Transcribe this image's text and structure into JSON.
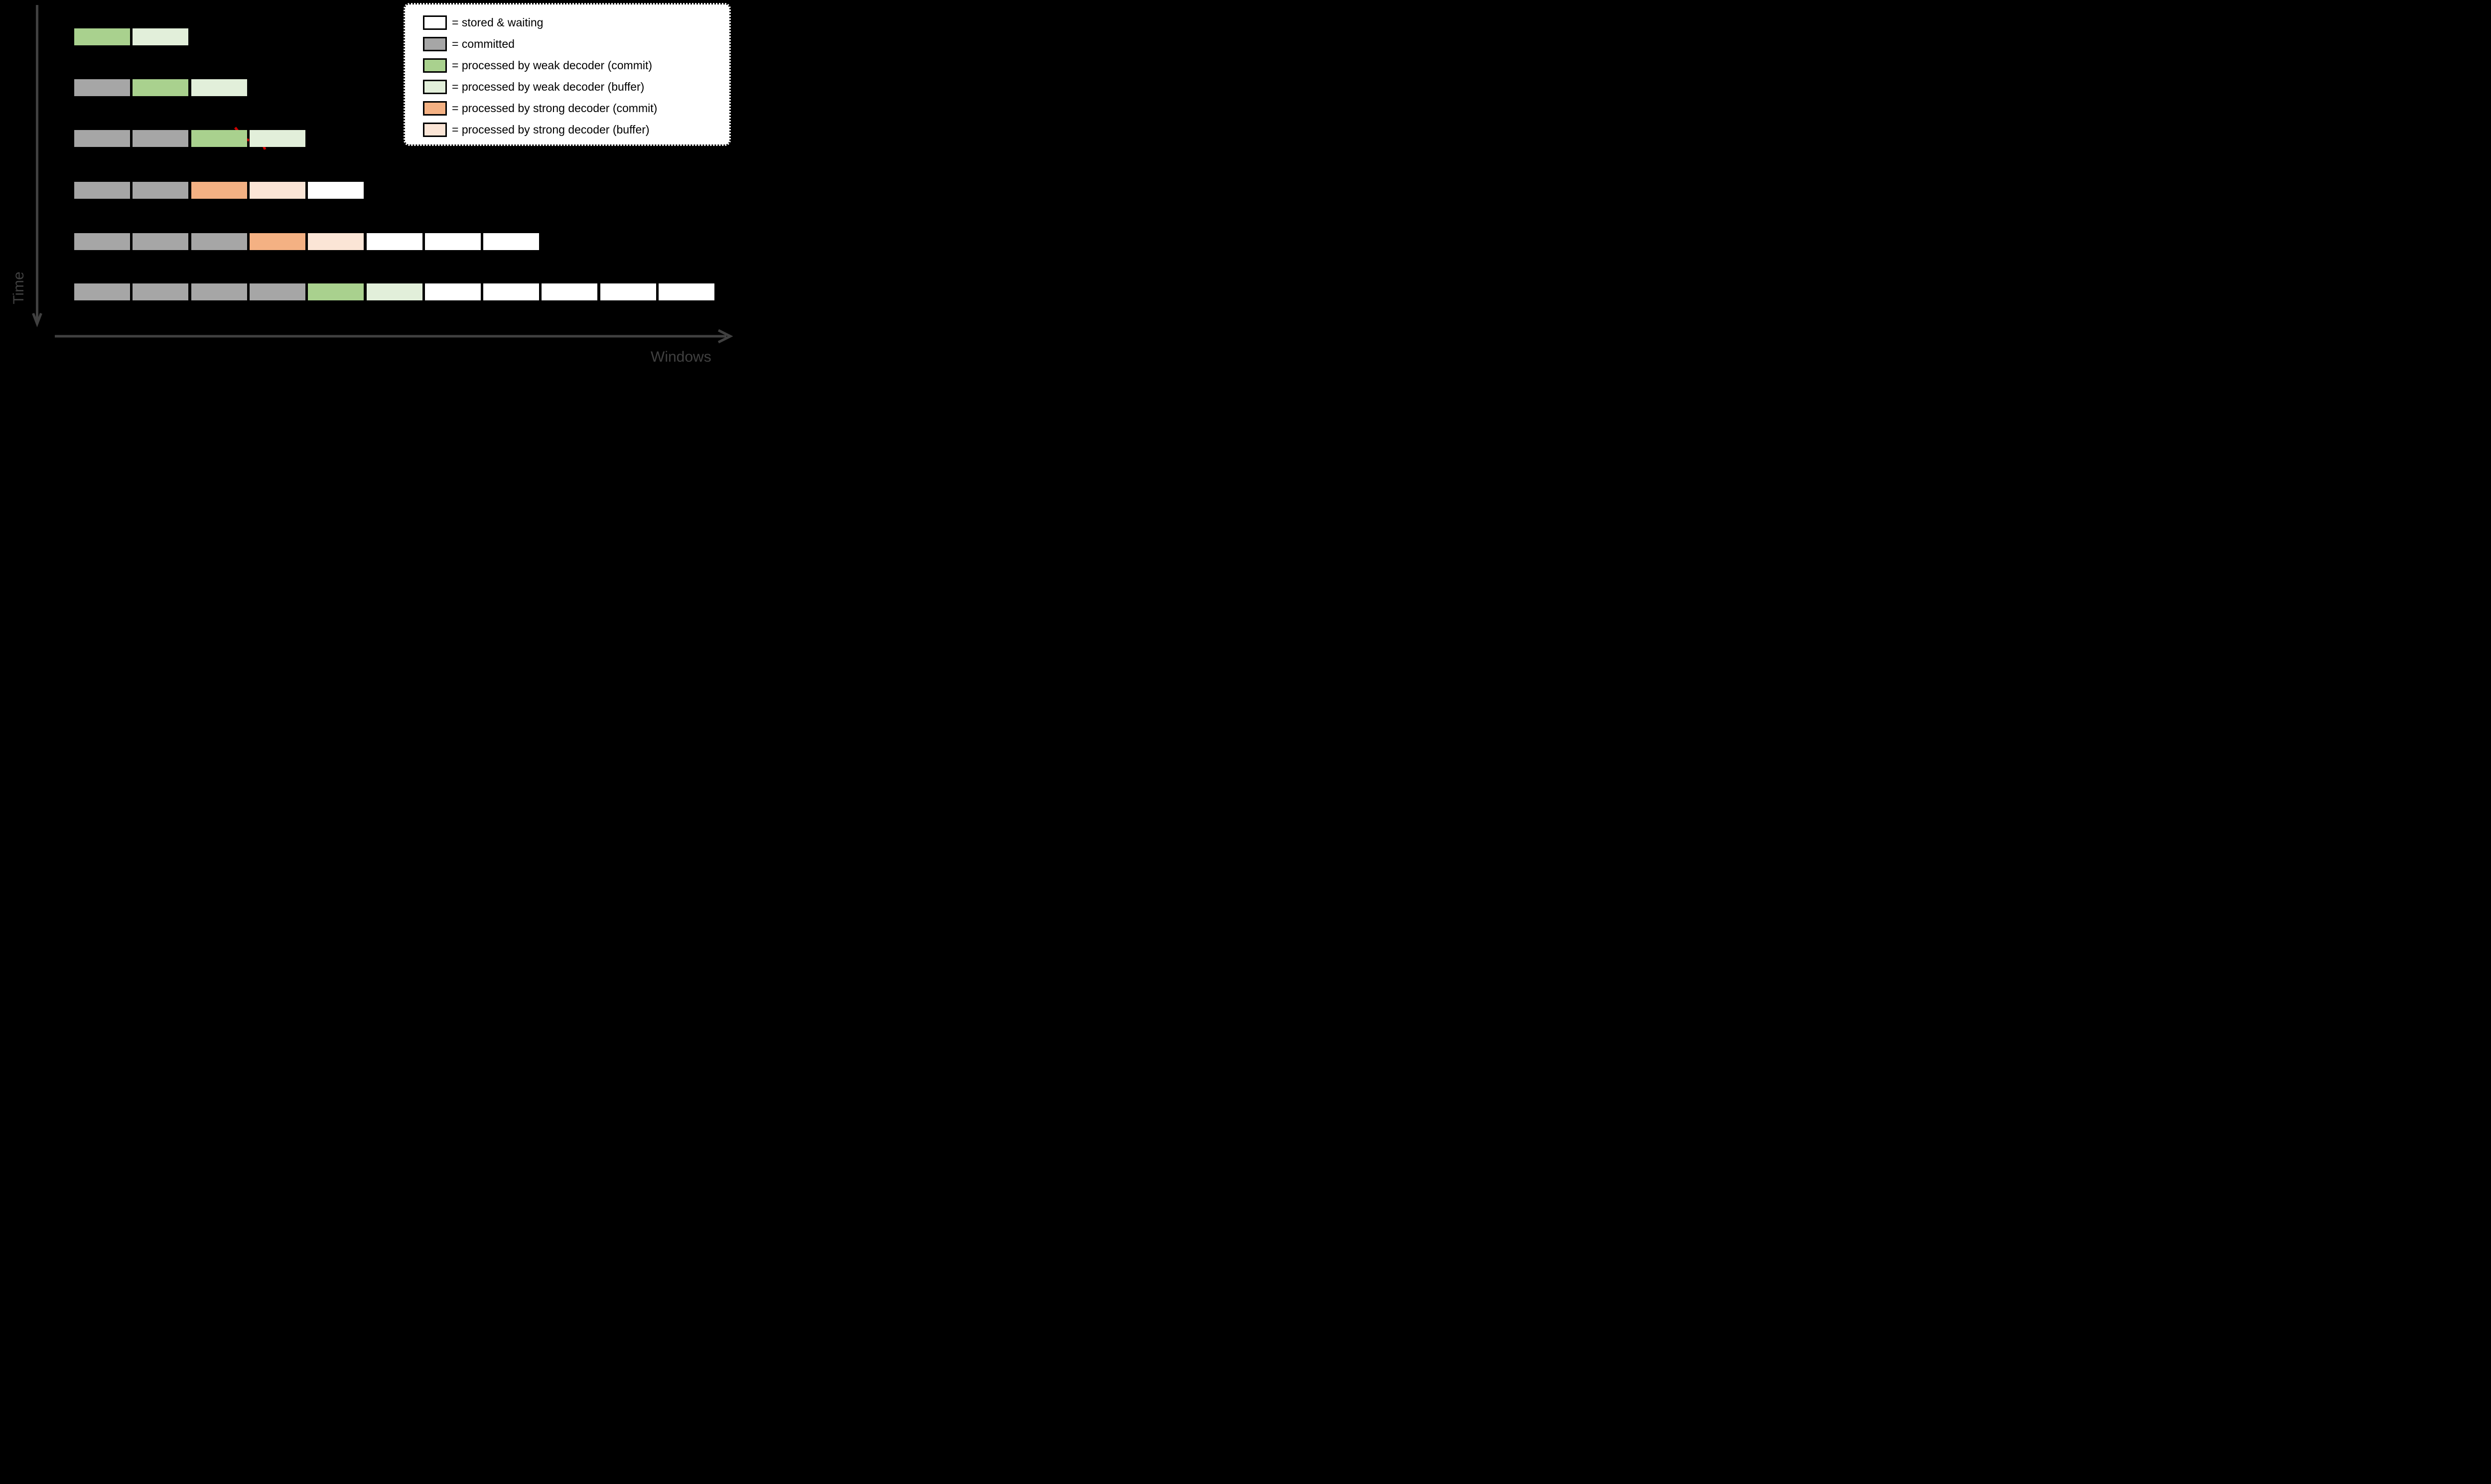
{
  "diagram": {
    "background": "#000000",
    "axes": {
      "time_label": "Time",
      "windows_label": "Windows",
      "color": "#404040"
    },
    "legend": {
      "background": "#FFFFFF",
      "border_color": "#000000",
      "items": [
        {
          "state": "stored_waiting",
          "label": "= stored & waiting"
        },
        {
          "state": "committed",
          "label": "= committed"
        },
        {
          "state": "weak_commit",
          "label": "= processed by weak decoder (commit)"
        },
        {
          "state": "weak_buffer",
          "label": "= processed by weak decoder (buffer)"
        },
        {
          "state": "strong_commit",
          "label": "= processed by strong decoder (commit)"
        },
        {
          "state": "strong_buffer",
          "label": "= processed by strong decoder (buffer)"
        }
      ]
    },
    "state_colors": {
      "stored_waiting": "#FFFFFF",
      "committed": "#A6A6A6",
      "weak_commit": "#A9D18E",
      "weak_buffer": "#E2EFDA",
      "strong_commit": "#F4B183",
      "strong_buffer": "#FBE5D6"
    },
    "cut_mark": {
      "color": "#CC0000",
      "row_index": 2,
      "between_cells": [
        2,
        3
      ],
      "meaning": "dashed cut between weak-decoder commit and buffer windows"
    },
    "timeline_rows": [
      {
        "cells": [
          "weak_commit",
          "weak_buffer"
        ]
      },
      {
        "cells": [
          "committed",
          "weak_commit",
          "weak_buffer"
        ]
      },
      {
        "cells": [
          "committed",
          "committed",
          "weak_commit",
          "weak_buffer"
        ]
      },
      {
        "cells": [
          "committed",
          "committed",
          "strong_commit",
          "strong_buffer",
          "stored_waiting"
        ]
      },
      {
        "cells": [
          "committed",
          "committed",
          "committed",
          "strong_commit",
          "strong_buffer",
          "stored_waiting",
          "stored_waiting",
          "stored_waiting"
        ]
      },
      {
        "cells": [
          "committed",
          "committed",
          "committed",
          "committed",
          "weak_commit",
          "weak_buffer",
          "stored_waiting",
          "stored_waiting",
          "stored_waiting",
          "stored_waiting",
          "stored_waiting"
        ]
      }
    ]
  }
}
